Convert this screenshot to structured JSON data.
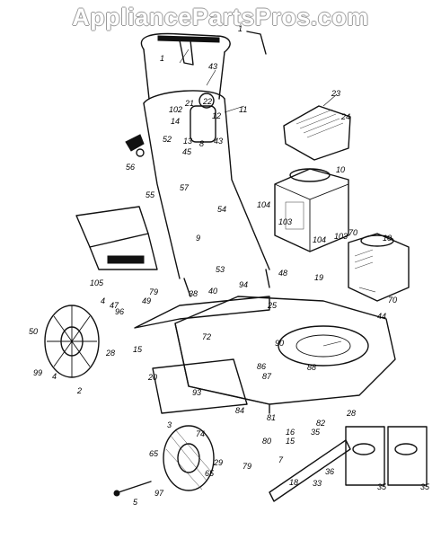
{
  "watermark": "AppliancePartsPros.com",
  "callouts": [
    "1",
    "1",
    "43",
    "102",
    "21",
    "22",
    "14",
    "13",
    "12",
    "8",
    "11",
    "43",
    "52",
    "45",
    "56",
    "57",
    "55",
    "23",
    "24",
    "10",
    "54",
    "104",
    "103",
    "9",
    "104",
    "103",
    "70",
    "10",
    "70",
    "105",
    "53",
    "48",
    "19",
    "79",
    "38",
    "40",
    "94",
    "4",
    "47",
    "96",
    "49",
    "25",
    "44",
    "50",
    "72",
    "20",
    "99",
    "4",
    "2",
    "28",
    "15",
    "90",
    "86",
    "87",
    "88",
    "93",
    "84",
    "81",
    "82",
    "28",
    "16",
    "15",
    "35",
    "3",
    "74",
    "29",
    "79",
    "80",
    "65",
    "65",
    "97",
    "5",
    "7",
    "36",
    "18",
    "33",
    "35",
    "35"
  ]
}
